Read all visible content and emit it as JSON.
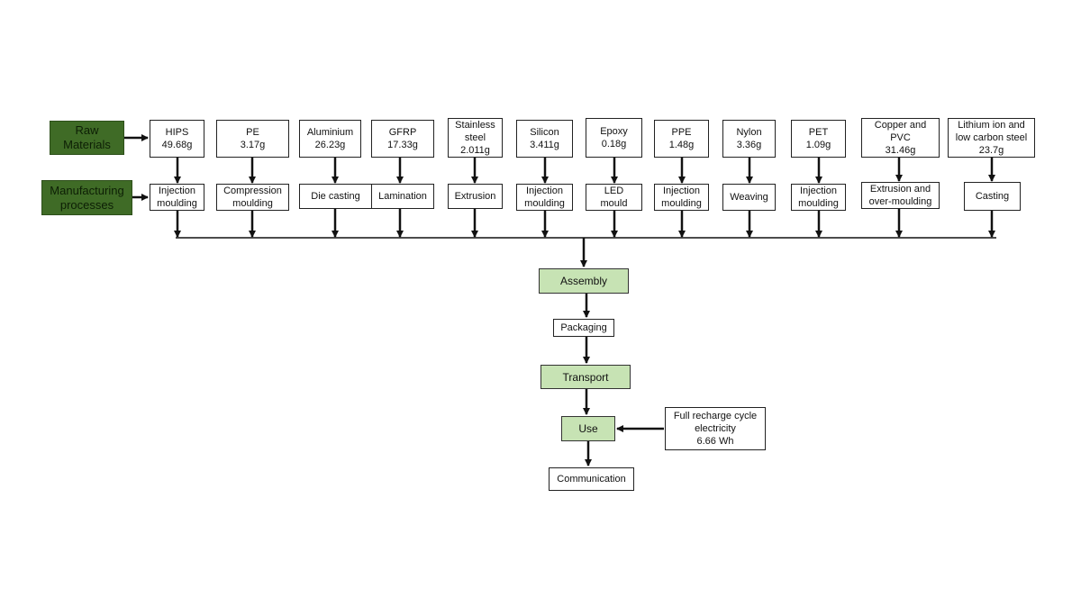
{
  "labels": {
    "raw_materials": "Raw\nMaterials",
    "manufacturing": "Manufacturing\nprocesses"
  },
  "materials": [
    "HIPS\n49.68g",
    "PE\n3.17g",
    "Aluminium\n26.23g",
    "GFRP\n17.33g",
    "Stainless\nsteel\n2.011g",
    "Silicon\n3.411g",
    "Epoxy\n0.18g",
    "PPE\n1.48g",
    "Nylon\n3.36g",
    "PET\n1.09g",
    "Copper and\nPVC\n31.46g",
    "Lithium ion and\nlow carbon steel\n23.7g"
  ],
  "processes": [
    "Injection\nmoulding",
    "Compression\nmoulding",
    "Die casting",
    "Lamination",
    "Extrusion",
    "Injection\nmoulding",
    "LED\nmould",
    "Injection\nmoulding",
    "Weaving",
    "Injection\nmoulding",
    "Extrusion and\nover-moulding",
    "Casting"
  ],
  "lifecycle": {
    "assembly": "Assembly",
    "packaging": "Packaging",
    "transport": "Transport",
    "use": "Use",
    "communication": "Communication",
    "electricity": "Full recharge cycle\nelectricity\n6.66 Wh"
  },
  "colors": {
    "dark_green": "#3f6b26",
    "light_green": "#c7e3b4"
  }
}
